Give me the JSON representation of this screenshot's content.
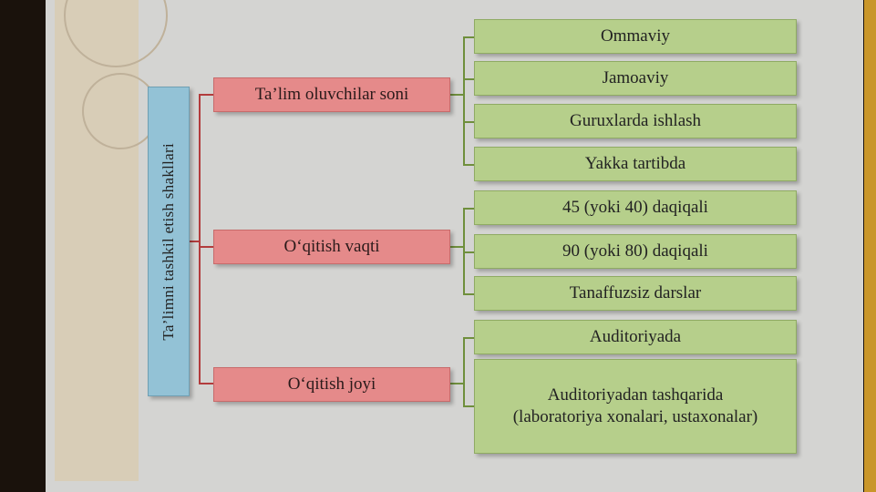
{
  "diagram": {
    "root_label": "Ta’limni tashkil etish shakllari",
    "categories": [
      {
        "label": "Ta’lim oluvchilar soni",
        "items": [
          "Ommaviy",
          "Jamoaviy",
          "Guruxlarda ishlash",
          "Yakka tartibda"
        ]
      },
      {
        "label": "O‘qitish vaqti",
        "items": [
          "45 (yoki 40) daqiqali",
          "90 (yoki 80) daqiqali",
          "Tanaffuzsiz darslar"
        ]
      },
      {
        "label": "O‘qitish joyi",
        "items": [
          "Auditoriyada",
          "Auditoriyadan tashqarida (laboratoriya xonalari, ustaxonalar)"
        ]
      }
    ]
  },
  "colors": {
    "root_fill": "#93c2d6",
    "category_fill": "#e58a8a",
    "item_fill": "#b6cf8b",
    "panel_background": "#d4d4d2"
  }
}
